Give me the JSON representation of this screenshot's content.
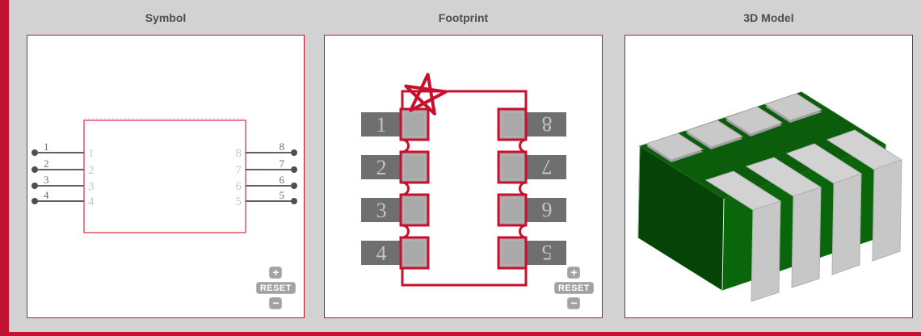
{
  "window": {
    "background": "#d2d2d2",
    "accent_red": "#c11231"
  },
  "panels": {
    "symbol": {
      "title": "Symbol"
    },
    "footprint": {
      "title": "Footprint"
    },
    "model3d": {
      "title": "3D Model"
    }
  },
  "symbol": {
    "left_pins": [
      "1",
      "2",
      "3",
      "4"
    ],
    "right_pins": [
      "8",
      "7",
      "6",
      "5"
    ]
  },
  "footprint": {
    "left_pads": [
      "1",
      "2",
      "3",
      "4"
    ],
    "right_pads": [
      "8",
      "7",
      "6",
      "5"
    ],
    "pin1_marker": "star"
  },
  "controls": {
    "zoom_in_label": "+",
    "reset_label": "RESET",
    "zoom_out_label": "−"
  },
  "colors": {
    "panel_border": "#c41333",
    "symbol_outline": "#e0556b",
    "pin_line": "#616161",
    "pin_number_outside": "#6e6e6e",
    "pin_number_inside": "#c6c6c6",
    "footprint_red": "#c8102e",
    "pad_dark": "#6f6f6f",
    "pad_light": "#a9a9a9",
    "pad_number": "#c4c4c4",
    "body_green_top": "#0b5c0b",
    "body_green_left": "#064306",
    "body_green_right": "#0a660a",
    "terminal_gray": "#c7c7c7"
  }
}
